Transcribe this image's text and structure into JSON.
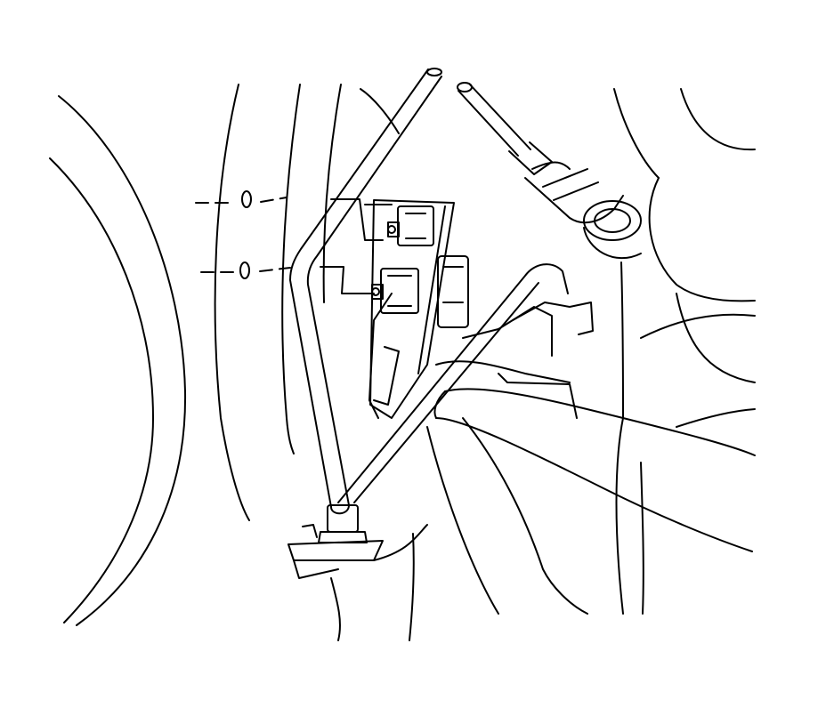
{
  "figure": {
    "kind": "technical line illustration",
    "colors": {
      "ink": "#000000",
      "paper": "#ffffff"
    },
    "components": [
      "wheel-well-arcs",
      "brake-line-tube",
      "wiring-harness-bundle",
      "connector-bracket",
      "upper-connector",
      "lower-connector",
      "mounting-holes",
      "sensor-plug",
      "body-clip",
      "suspension-arm"
    ]
  }
}
